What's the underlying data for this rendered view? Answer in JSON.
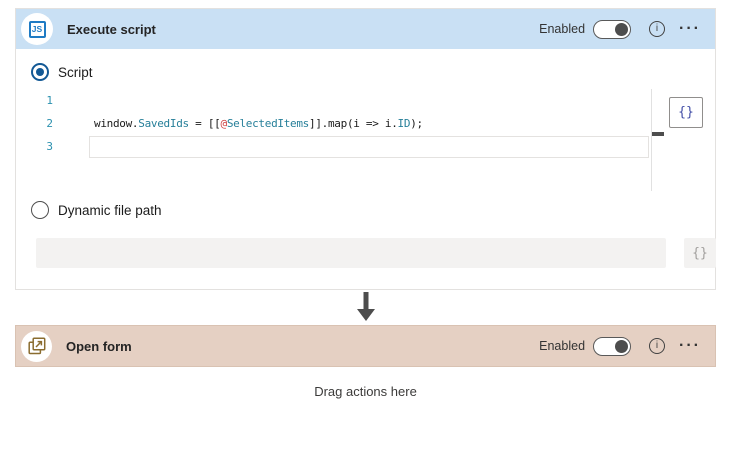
{
  "colors": {
    "execute_header_bg": "#c9e0f4",
    "open_form_header_bg": "#e5d0c3",
    "js_icon_blue": "#1f7bc4",
    "open_form_icon_brown": "#8a6c2f",
    "radio_selected_blue": "#135995",
    "code_member_teal": "#267f99",
    "code_at_red": "#cd3b3b",
    "line_number_blue": "#2b91af",
    "toggle_knob_gray": "#4d4d4d"
  },
  "execute_card": {
    "title": "Execute script",
    "icon_label": "JS",
    "enabled_label": "Enabled",
    "info_icon": "i",
    "more_icon": "···",
    "script_option": {
      "label": "Script",
      "selected": true
    },
    "dynamic_option": {
      "label": "Dynamic file path",
      "selected": false
    },
    "editor": {
      "line_numbers": [
        "1",
        "2",
        "3"
      ],
      "code_line": "window.SavedIds = [[@SelectedItems]].map(i => i.ID);",
      "code_tokens": [
        {
          "text": "window.",
          "type": "plain"
        },
        {
          "text": "SavedIds",
          "type": "member"
        },
        {
          "text": " = [[",
          "type": "plain"
        },
        {
          "text": "@",
          "type": "at"
        },
        {
          "text": "SelectedItems",
          "type": "member"
        },
        {
          "text": "]].map(i => i.",
          "type": "plain"
        },
        {
          "text": "ID",
          "type": "member"
        },
        {
          "text": ");",
          "type": "plain"
        }
      ],
      "variable_button": "{}"
    },
    "file_path_input": {
      "value": "",
      "variable_button": "{}"
    }
  },
  "open_form_card": {
    "title": "Open form",
    "enabled_label": "Enabled",
    "info_icon": "i",
    "more_icon": "···"
  },
  "dropzone_label": "Drag actions here"
}
